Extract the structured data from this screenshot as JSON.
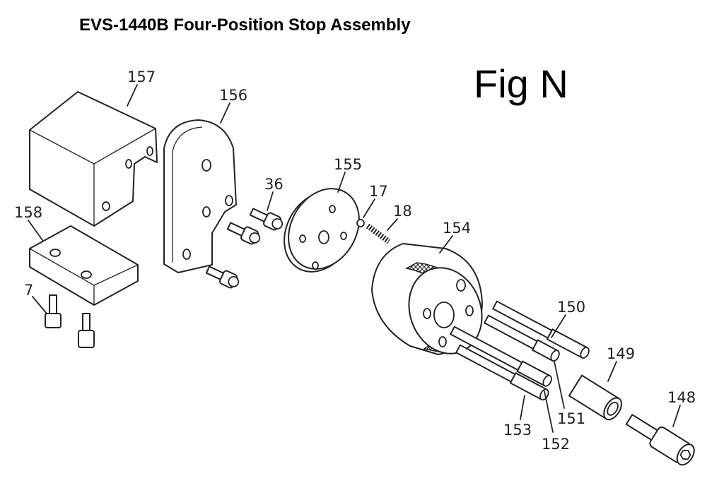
{
  "title": "EVS-1440B Four-Position Stop Assembly",
  "figure_label": "Fig N",
  "callouts": {
    "p157": "157",
    "p156": "156",
    "p158": "158",
    "p7": "7",
    "p36": "36",
    "p155": "155",
    "p17": "17",
    "p18": "18",
    "p154": "154",
    "p150": "150",
    "p149": "149",
    "p148": "148",
    "p151": "151",
    "p152": "152",
    "p153": "153"
  }
}
